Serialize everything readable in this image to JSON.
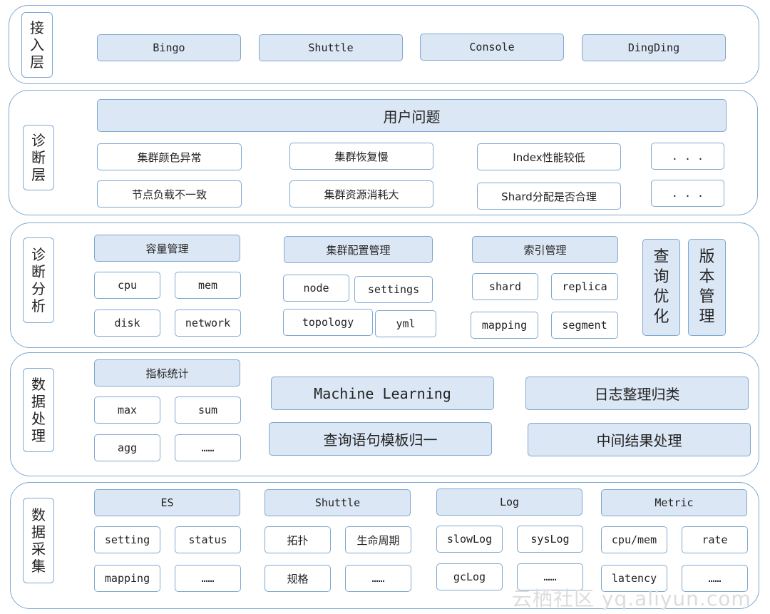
{
  "layers": {
    "access": {
      "label": "接\n入\n层",
      "items": [
        "Bingo",
        "Shuttle",
        "Console",
        "DingDing"
      ]
    },
    "diagnosis": {
      "label": "诊\n断\n层",
      "header": "用户问题",
      "items": [
        "集群颜色异常",
        "集群恢复慢",
        "Index性能较低",
        ". . .",
        "节点负载不一致",
        "集群资源消耗大",
        "Shard分配是否合理",
        ". . ."
      ]
    },
    "analysis": {
      "label": "诊\n断\n分\n析",
      "capacity": {
        "header": "容量管理",
        "items": [
          "cpu",
          "mem",
          "disk",
          "network"
        ]
      },
      "cluster_config": {
        "header": "集群配置管理",
        "items": [
          "node",
          "settings",
          "topology",
          "yml"
        ]
      },
      "index": {
        "header": "索引管理",
        "items": [
          "shard",
          "replica",
          "mapping",
          "segment"
        ]
      },
      "query_opt": "查\n询\n优\n化",
      "version_mgmt": "版\n本\n管\n理"
    },
    "processing": {
      "label": "数\n据\n处\n理",
      "metrics": {
        "header": "指标统计",
        "items": [
          "max",
          "sum",
          "agg",
          "……"
        ]
      },
      "ml": "Machine Learning",
      "query_norm": "查询语句模板归一",
      "log_classify": "日志整理归类",
      "intermediate": "中间结果处理"
    },
    "collection": {
      "label": "数\n据\n采\n集",
      "es": {
        "header": "ES",
        "items": [
          "setting",
          "status",
          "mapping",
          "……"
        ]
      },
      "shuttle": {
        "header": "Shuttle",
        "items": [
          "拓扑",
          "生命周期",
          "规格",
          "……"
        ]
      },
      "log": {
        "header": "Log",
        "items": [
          "slowLog",
          "sysLog",
          "gcLog",
          "……"
        ]
      },
      "metric": {
        "header": "Metric",
        "items": [
          "cpu/mem",
          "rate",
          "latency",
          "……"
        ]
      }
    }
  },
  "watermark": "云栖社区 yq.aliyun.com"
}
